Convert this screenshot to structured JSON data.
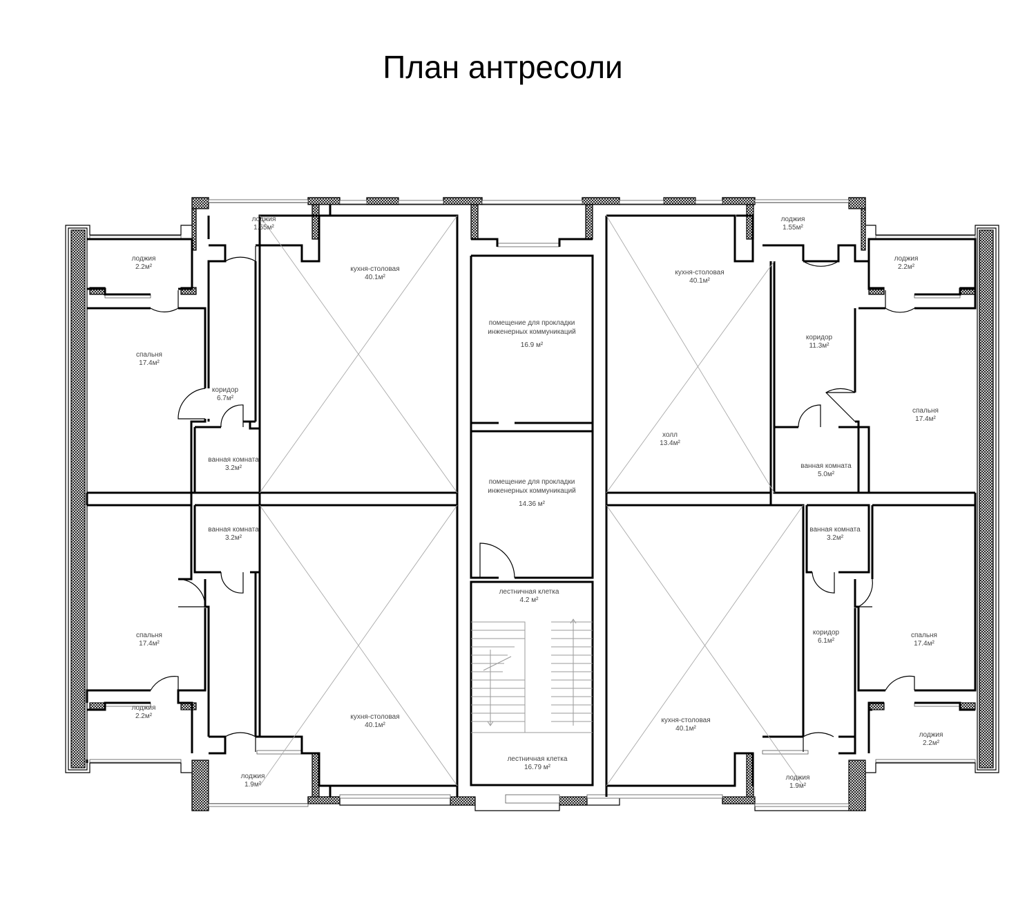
{
  "title": "План антресоли",
  "rooms": [
    {
      "id": "tl-loggia-a",
      "name": "лоджия",
      "area": "2.2м²"
    },
    {
      "id": "tl-loggia-b",
      "name": "лоджия",
      "area": "1.55м²"
    },
    {
      "id": "tl-kitchen",
      "name": "кухня-столовая",
      "area": "40.1м²"
    },
    {
      "id": "tl-bedroom",
      "name": "спальня",
      "area": "17.4м²"
    },
    {
      "id": "tl-corridor",
      "name": "коридор",
      "area": "6.7м²"
    },
    {
      "id": "tl-bath",
      "name": "ванная комната",
      "area": "3.2м²"
    },
    {
      "id": "c-utility-1",
      "name_line1": "помещение для прокладки",
      "name_line2": "инженерных коммуникаций",
      "area": "16.9 м²"
    },
    {
      "id": "c-utility-2",
      "name_line1": "помещение для прокладки",
      "name_line2": "инженерных коммуникаций",
      "area": "14.36 м²"
    },
    {
      "id": "c-stair-1",
      "name": "лестничная клетка",
      "area": "4.2 м²"
    },
    {
      "id": "c-stair-2",
      "name": "лестничная клетка",
      "area": "16.79 м²"
    },
    {
      "id": "tr-loggia-b",
      "name": "лоджия",
      "area": "1.55м²"
    },
    {
      "id": "tr-kitchen",
      "name": "кухня-столовая",
      "area": "40.1м²"
    },
    {
      "id": "tr-loggia-a",
      "name": "лоджия",
      "area": "2.2м²"
    },
    {
      "id": "tr-corridor",
      "name": "коридор",
      "area": "11.3м²"
    },
    {
      "id": "tr-hall",
      "name": "холл",
      "area": "13.4м²"
    },
    {
      "id": "tr-bedroom",
      "name": "спальня",
      "area": "17.4м²"
    },
    {
      "id": "tr-bath",
      "name": "ванная комната",
      "area": "5.0м²"
    },
    {
      "id": "bl-bath",
      "name": "ванная комната",
      "area": "3.2м²"
    },
    {
      "id": "bl-bedroom",
      "name": "спальня",
      "area": "17.4м²"
    },
    {
      "id": "bl-loggia-a",
      "name": "лоджия",
      "area": "2.2м²"
    },
    {
      "id": "bl-kitchen",
      "name": "кухня-столовая",
      "area": "40.1м²"
    },
    {
      "id": "bl-loggia-b",
      "name": "лоджия",
      "area": "1.9м²"
    },
    {
      "id": "br-bath",
      "name": "ванная комната",
      "area": "3.2м²"
    },
    {
      "id": "br-corridor",
      "name": "коридор",
      "area": "6.1м²"
    },
    {
      "id": "br-bedroom",
      "name": "спальня",
      "area": "17.4м²"
    },
    {
      "id": "br-kitchen",
      "name": "кухня-столовая",
      "area": "40.1м²"
    },
    {
      "id": "br-loggia-a",
      "name": "лоджия",
      "area": "2.2м²"
    },
    {
      "id": "br-loggia-b",
      "name": "лоджия",
      "area": "1.9м²"
    }
  ]
}
